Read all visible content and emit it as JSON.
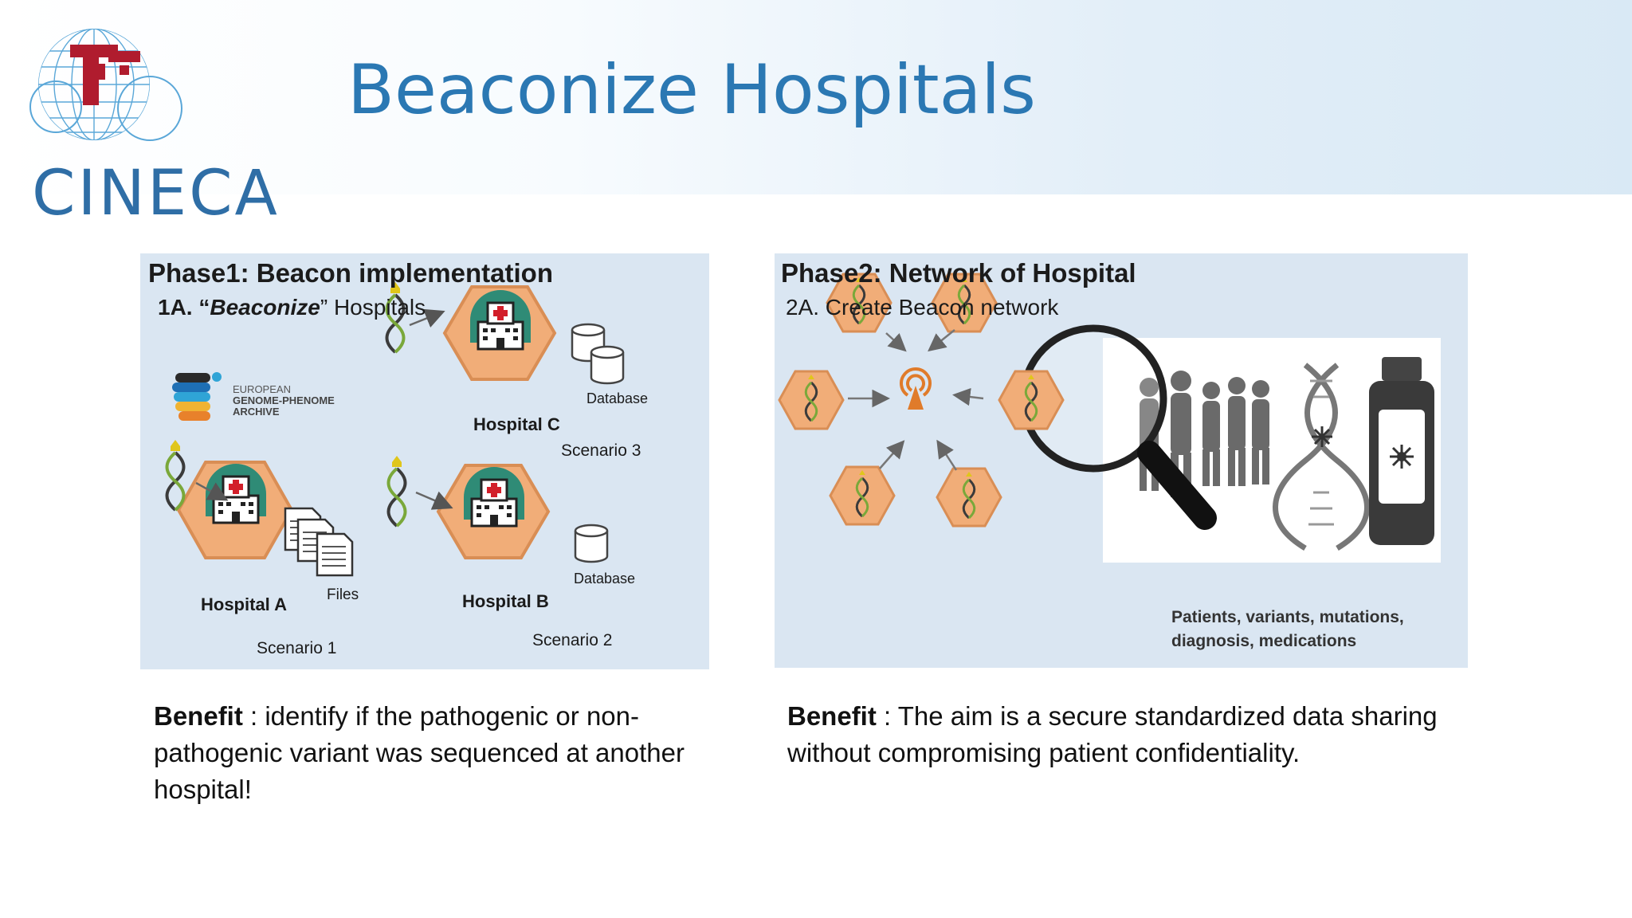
{
  "brand": {
    "logo_text": "CINECA",
    "accent_color": "#2b78b3"
  },
  "slide": {
    "title": "Beaconize Hospitals"
  },
  "panel1": {
    "title": "Phase1: Beacon implementation",
    "subtitle_prefix": "1A. “",
    "subtitle_em": "Beaconize",
    "subtitle_suffix": "” Hospitals",
    "ega_logo": [
      "EUROPEAN",
      "GENOME-PHENOME",
      "ARCHIVE"
    ],
    "hospitals": [
      "Hospital C",
      "Hospital A",
      "Hospital B"
    ],
    "labels": {
      "database_c": "Database",
      "database_b": "Database",
      "files": "Files"
    },
    "scenarios": [
      "Scenario 3",
      "Scenario 1",
      "Scenario 2"
    ],
    "benefit_label": "Benefit",
    "benefit_text": " :  identify if the pathogenic or non-pathogenic variant was sequenced at another hospital!"
  },
  "panel2": {
    "title": "Phase2: Network of Hospital",
    "subtitle": "2A. Create Beacon network",
    "caption": "Patients, variants, mutations, diagnosis, medications",
    "benefit_label": "Benefit",
    "benefit_text": " :  The aim is a secure standardized data sharing without compromising  patient confidentiality."
  },
  "colors": {
    "hexagon": "#f1ad78",
    "hexagon_stroke": "#d98e55",
    "panel_bg": "#dae6f2",
    "cross_red": "#d21f2a"
  }
}
